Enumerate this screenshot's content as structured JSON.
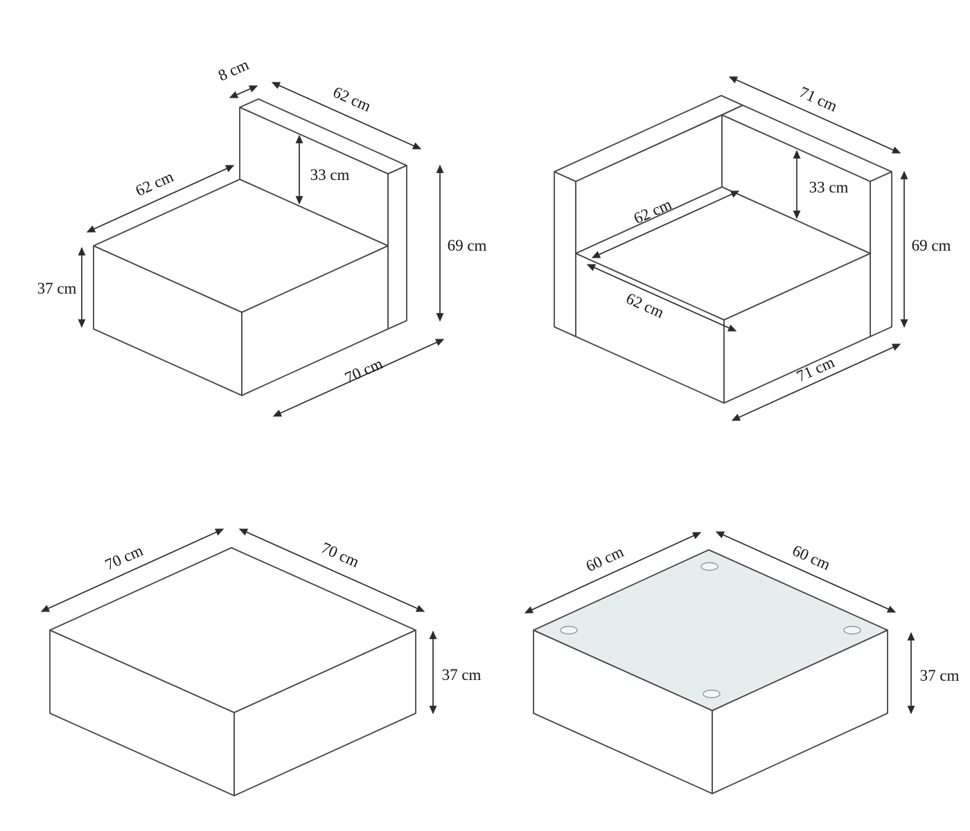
{
  "pieces": {
    "seat_module": {
      "back_thickness": "8 cm",
      "back_top_width": "62 cm",
      "backrest_height": "33 cm",
      "overall_height": "69 cm",
      "seat_depth": "62 cm",
      "seat_height": "37 cm",
      "overall_depth": "70 cm"
    },
    "corner_module": {
      "top_width": "71 cm",
      "backrest_height": "33 cm",
      "overall_height": "69 cm",
      "seat_depth": "62 cm",
      "seat_width": "62 cm",
      "overall_depth": "71 cm"
    },
    "ottoman": {
      "depth": "70 cm",
      "width": "70 cm",
      "height": "37 cm"
    },
    "table": {
      "depth": "60 cm",
      "width": "60 cm",
      "height": "37 cm"
    }
  },
  "colors": {
    "line": "#454545",
    "dimension": "#2b2b2b",
    "text": "#141414",
    "glass_fill": "#e7ecee",
    "background": "#ffffff"
  }
}
